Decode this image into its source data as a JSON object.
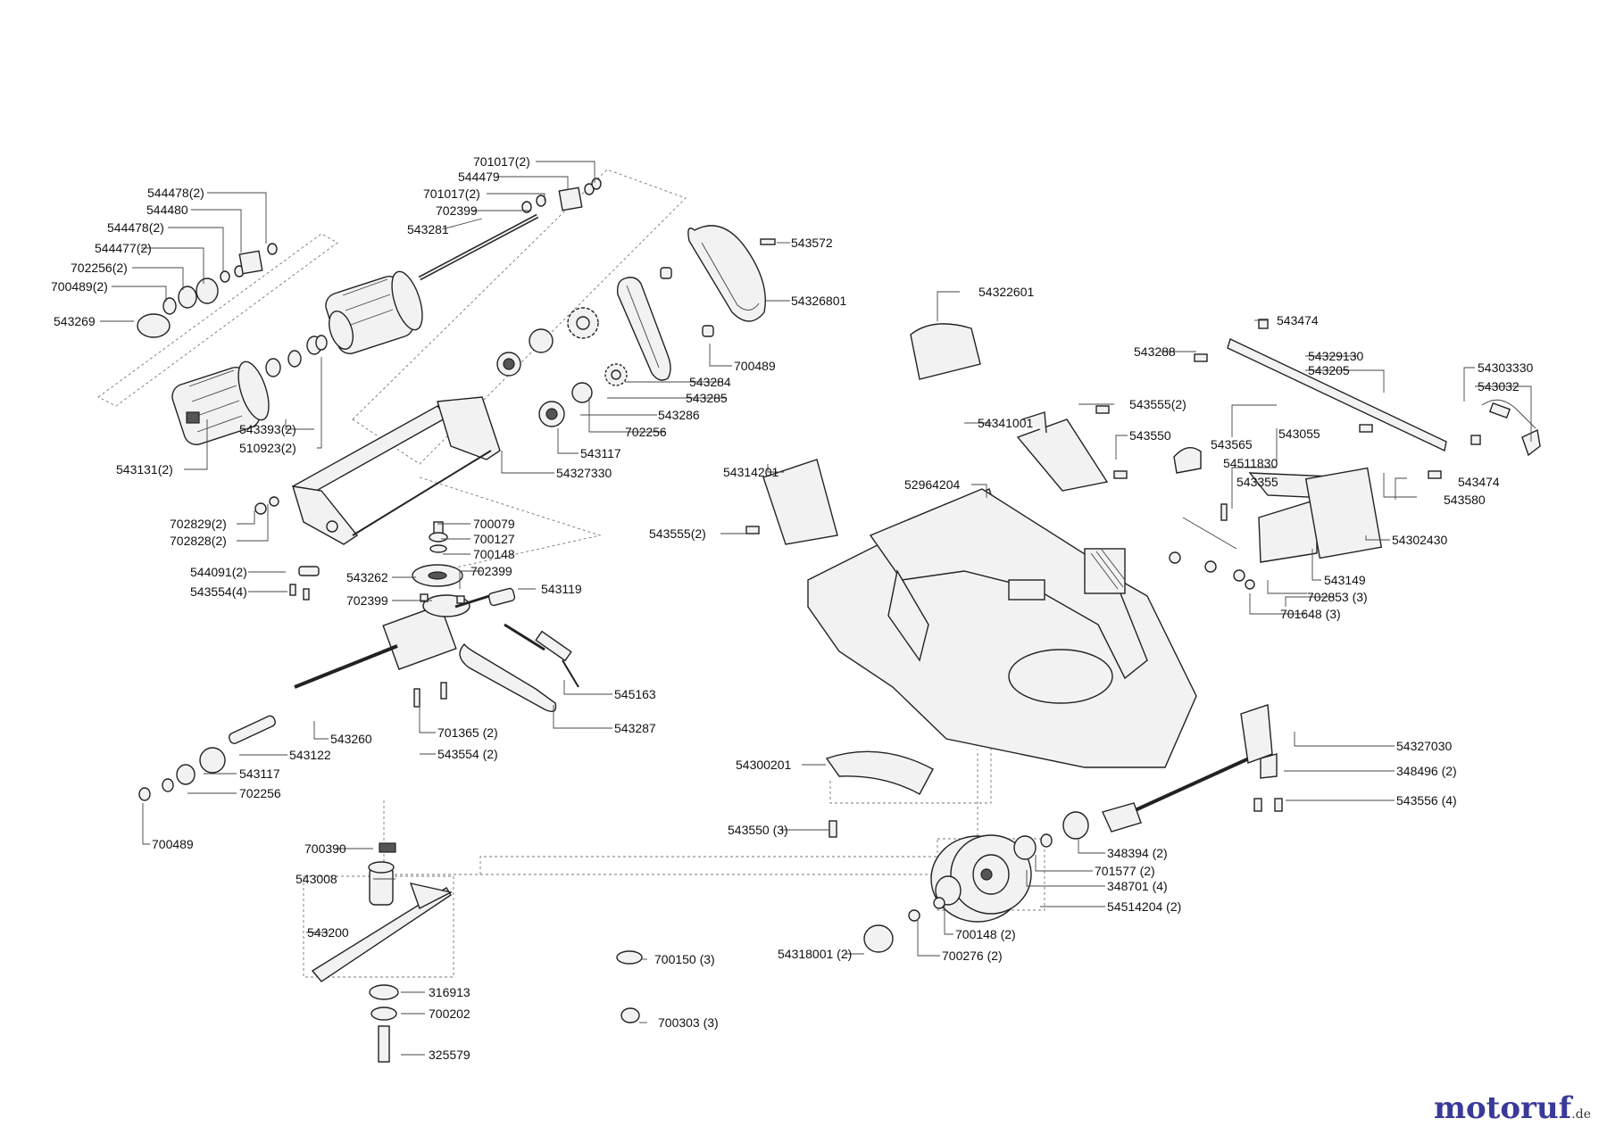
{
  "labels": {
    "p701017a": "701017(2)",
    "p544479": "544479",
    "p701017b": "701017(2)",
    "p702399a": "702399",
    "p543281": "543281",
    "p544478a": "544478(2)",
    "p544480": "544480",
    "p544478b": "544478(2)",
    "p544477": "544477(2)",
    "p702256a": "702256(2)",
    "p700489a": "700489(2)",
    "p543269": "543269",
    "p543572": "543572",
    "p54326801": "54326801",
    "p700489b": "700489",
    "p543284": "543284",
    "p543285": "543285",
    "p543286": "543286",
    "p702256b": "702256",
    "p543117a": "543117",
    "p54327330": "54327330",
    "p543393": "543393(2)",
    "p510923": "510923(2)",
    "p543131": "543131(2)",
    "p702829": "702829(2)",
    "p702828": "702828(2)",
    "p700079": "700079",
    "p700127": "700127",
    "p700148a": "700148",
    "p543262": "543262",
    "p702399b": "702399",
    "p702399c": "702399",
    "p543119": "543119",
    "p544091": "544091(2)",
    "p543554a": "543554(4)",
    "p545163": "545163",
    "p543287": "543287",
    "p701365": "701365 (2)",
    "p543554b": "543554 (2)",
    "p543260": "543260",
    "p543122": "543122",
    "p543117b": "543117",
    "p702256c": "702256",
    "p700489c": "700489",
    "p54322601": "54322601",
    "p543474a": "543474",
    "p543288": "543288",
    "p54329130": "54329130",
    "p543205": "543205",
    "p54303330": "54303330",
    "p543032": "543032",
    "p543555a": "543555(2)",
    "p54341001": "54341001",
    "p543550a": "543550",
    "p543055": "543055",
    "p543565": "543565",
    "p54511830": "54511830",
    "p543355": "543355",
    "p543474b": "543474",
    "p543580": "543580",
    "p54314201": "54314201",
    "p52964204": "52964204",
    "p543555b": "543555(2)",
    "p54302430": "54302430",
    "p543149": "543149",
    "p702853": "702853 (3)",
    "p701648": "701648 (3)",
    "p54327030": "54327030",
    "p348496": "348496 (2)",
    "p54300201": "54300201",
    "p543556": "543556 (4)",
    "p543550b": "543550 (3)",
    "p700390": "700390",
    "p543008": "543008",
    "p348394": "348394 (2)",
    "p701577": "701577 (2)",
    "p348701": "348701 (4)",
    "p54514204": "54514204 (2)",
    "p543200": "543200",
    "p700148b": "700148 (2)",
    "p54318001": "54318001 (2)",
    "p700276": "700276 (2)",
    "p700150": "700150 (3)",
    "p316913": "316913",
    "p700202": "700202",
    "p700303": "700303 (3)",
    "p325579": "325579"
  },
  "watermark": {
    "brand": "motoruf",
    "domain": ".de"
  }
}
